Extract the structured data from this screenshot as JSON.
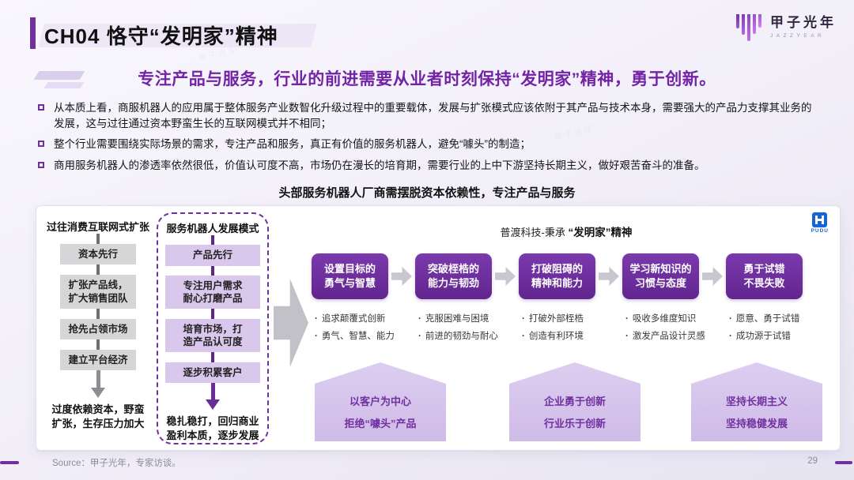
{
  "watermark": "甲子光年",
  "colors": {
    "accent": "#7030a0",
    "pudu_blue": "#1565d8"
  },
  "header": {
    "title": "CH04 恪守“发明家”精神",
    "logo_text": "甲子光年",
    "logo_sub": "JAZZYEAR"
  },
  "banner": {
    "text": "专注产品与服务，行业的前进需要从业者时刻保持“发明家”精神，勇于创新。"
  },
  "bullets": [
    "从本质上看，商服机器人的应用属于整体服务产业数智化升级过程中的重要载体，发展与扩张模式应该依附于其产品与技术本身，需要强大的产品力支撑其业务的发展，这与过往通过资本野蛮生长的互联网模式并不相同；",
    "整个行业需要围绕实际场景的需求，专注产品和服务，真正有价值的服务机器人，避免“噱头”的制造；",
    "商用服务机器人的渗透率依然很低，价值认可度不高，市场仍在漫长的培育期，需要行业的上中下游坚持长期主义，做好艰苦奋斗的准备。"
  ],
  "diagram": {
    "title": "头部服务机器人厂商需摆脱资本依赖性，专注产品与服务",
    "left_column": {
      "header": "过往消费互联网式扩张",
      "steps": [
        "资本先行",
        "扩张产品线，\n扩大销售团队",
        "抢先占领市场",
        "建立平台经济"
      ],
      "result": "过度依赖资本，野蛮\n扩张，生存压力加大"
    },
    "right_column": {
      "header": "服务机器人发展模式",
      "steps": [
        "产品先行",
        "专注用户需求\n耐心打磨产品",
        "培育市场，打\n造产品认可度",
        "逐步积累客户"
      ],
      "result": "稳扎稳打，回归商业\n盈利本质，逐步发展"
    },
    "flow": {
      "header_normal": "普渡科技-秉承 ",
      "header_bold": "“发明家”精神",
      "pudu_label": "PUDU",
      "stages": [
        {
          "title": "设置目标的\n勇气与智慧",
          "points": [
            "追求颠覆式创新",
            "勇气、智慧、能力"
          ]
        },
        {
          "title": "突破桎梏的\n能力与韧劲",
          "points": [
            "克服困难与困境",
            "前进的韧劲与耐心"
          ]
        },
        {
          "title": "打破阻碍的\n精神和能力",
          "points": [
            "打破外部桎梏",
            "创造有利环境"
          ]
        },
        {
          "title": "学习新知识的\n习惯与态度",
          "points": [
            "吸收多维度知识",
            "激发产品设计灵感"
          ]
        },
        {
          "title": "勇于试错\n不畏失败",
          "points": [
            "愿意、勇于试错",
            "成功源于试错"
          ]
        }
      ],
      "pentagons": [
        {
          "line1": "以客户为中心",
          "line2": "拒绝“噱头”产品"
        },
        {
          "line1": "企业勇于创新",
          "line2": "行业乐于创新"
        },
        {
          "line1": "坚持长期主义",
          "line2": "坚持稳健发展"
        }
      ]
    }
  },
  "footer": {
    "source": "Source：甲子光年，专家访谈。",
    "page": "29"
  }
}
